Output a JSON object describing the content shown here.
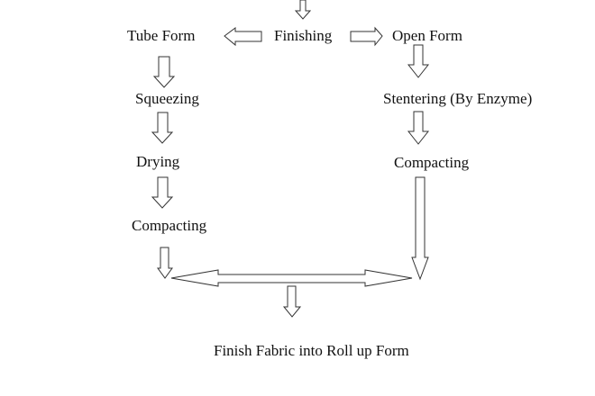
{
  "diagram": {
    "type": "process-flowchart",
    "nodes": {
      "finishing": "Finishing",
      "tube_form": "Tube Form",
      "open_form": "Open Form",
      "squeezing": "Squeezing",
      "drying": "Drying",
      "compacting_left": "Compacting",
      "stentering": "Stentering (By Enzyme)",
      "compacting_right": "Compacting",
      "final": "Finish Fabric into Roll up Form"
    },
    "edges": [
      {
        "from": "(previous step)",
        "to": "finishing"
      },
      {
        "from": "finishing",
        "to": "tube_form"
      },
      {
        "from": "finishing",
        "to": "open_form"
      },
      {
        "from": "tube_form",
        "to": "squeezing"
      },
      {
        "from": "squeezing",
        "to": "drying"
      },
      {
        "from": "drying",
        "to": "compacting_left"
      },
      {
        "from": "compacting_left",
        "to": "merge"
      },
      {
        "from": "open_form",
        "to": "stentering"
      },
      {
        "from": "stentering",
        "to": "compacting_right"
      },
      {
        "from": "compacting_right",
        "to": "merge"
      },
      {
        "from": "merge",
        "to": "final"
      }
    ],
    "colors": {
      "text": "#111111",
      "arrow_stroke": "#333333",
      "arrow_fill": "#ffffff",
      "background": "#ffffff"
    }
  }
}
